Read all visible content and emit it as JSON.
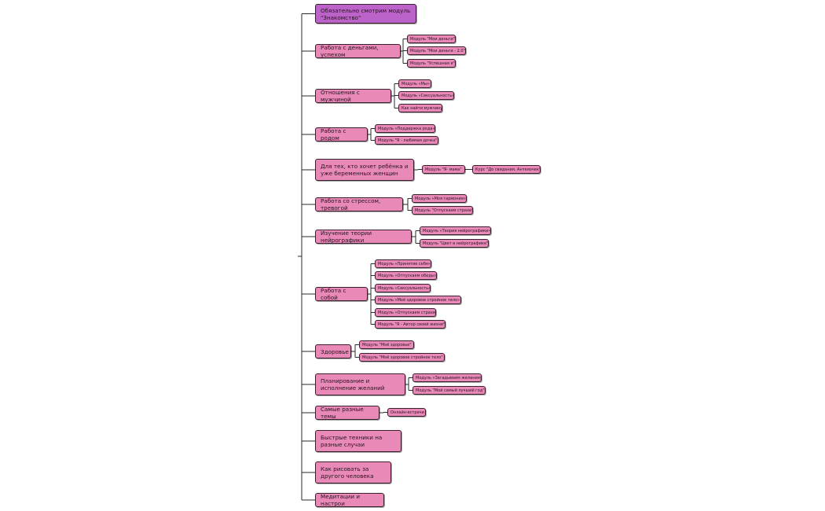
{
  "colors": {
    "node_fill": "#e889b7",
    "top_node_fill": "#bb63c8",
    "border": "#3a1f2c",
    "line": "#2a2a2a"
  },
  "topics": [
    {
      "label": "Обязательно смотрим модуль \"Знакомство\"",
      "children": []
    },
    {
      "label": "Работа с деньгами, успехом",
      "children": [
        {
          "label": "Модуль \"Мои деньги\""
        },
        {
          "label": "Модуль \"Мои деньги - 2.0\""
        },
        {
          "label": "Модуль \"Успешная я\""
        }
      ]
    },
    {
      "label": "Отношения с мужчиной",
      "children": [
        {
          "label": "Модуль «Мы»"
        },
        {
          "label": "Модуль «Сексуальность»"
        },
        {
          "label": "Как найти мужчину"
        }
      ]
    },
    {
      "label": "Работа с родом",
      "children": [
        {
          "label": "Модуль «Поддержка рода»"
        },
        {
          "label": "Модуль \"Я - любимая дочка\""
        }
      ]
    },
    {
      "label": "Для тех, кто хочет ребёнка и уже беременных женщин",
      "children": [
        {
          "label": "Модуль \"Я- мама\"",
          "children": [
            {
              "label": "Курс \"До свидания, Антеяочек\""
            }
          ]
        }
      ]
    },
    {
      "label": "Работа со стрессом, тревогой",
      "children": [
        {
          "label": "Модуль «Моя гармония»"
        },
        {
          "label": "Модуль \"Отпускаем страхи\""
        }
      ]
    },
    {
      "label": "Изучение теории нейрографики",
      "children": [
        {
          "label": "Модуль «Теория нейрографики»"
        },
        {
          "label": "Модуль \"Цвет в нейрографике\""
        }
      ]
    },
    {
      "label": "Работа с собой",
      "children": [
        {
          "label": "Модуль «Принятие себя»"
        },
        {
          "label": "Модуль «Отпускаем обиды»"
        },
        {
          "label": "Модуль «Сексуальность»"
        },
        {
          "label": "Модуль «Моё здоровое стройное тело»"
        },
        {
          "label": "Модуль «Отпускаем страхи»"
        },
        {
          "label": "Модуль \"Я - Автор своей жизни\""
        }
      ]
    },
    {
      "label": "Здоровье",
      "children": [
        {
          "label": "Модуль \"Моё здоровье\""
        },
        {
          "label": "Модуль \"Моё здоровое стройное тело\""
        }
      ]
    },
    {
      "label": "Планирование и исполнение желаний",
      "children": [
        {
          "label": "Модуль «Загадываем желания»"
        },
        {
          "label": "Модуль \"Мой самый лучший год\""
        }
      ]
    },
    {
      "label": "Самые разные темы",
      "children": [
        {
          "label": "Онлайн-встречи"
        }
      ]
    },
    {
      "label": "Быстрые техники на разные случаи",
      "children": []
    },
    {
      "label": "Как рисовать за другого человека",
      "children": []
    },
    {
      "label": "Медитации и настрои",
      "children": []
    }
  ]
}
